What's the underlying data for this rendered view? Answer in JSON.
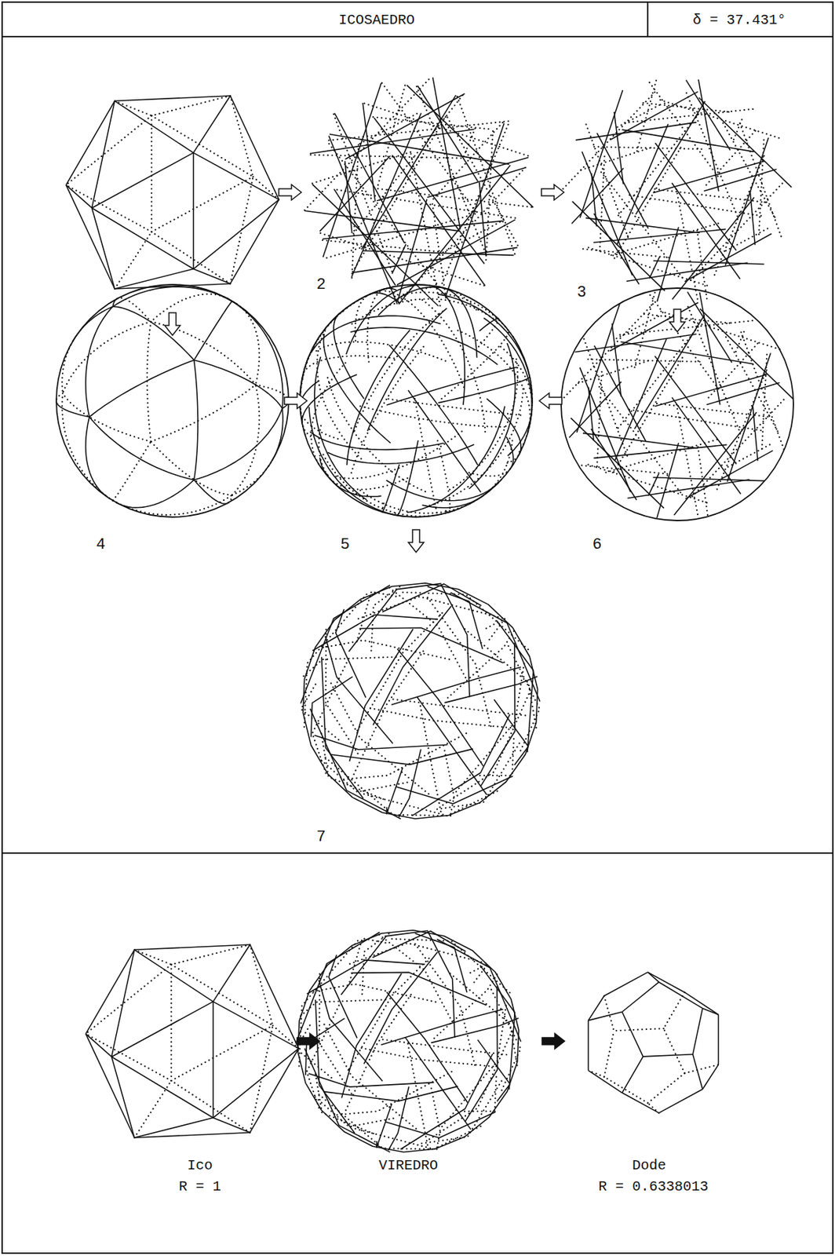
{
  "diagram": {
    "title": "ICOSAEDRO",
    "labels": [
      "δ = 37.431°",
      "2",
      "3",
      "4",
      "5",
      "6",
      "7",
      "Ico",
      "R = 1",
      "VIREDRO",
      "Dode",
      "R = 0.6338013"
    ]
  }
}
